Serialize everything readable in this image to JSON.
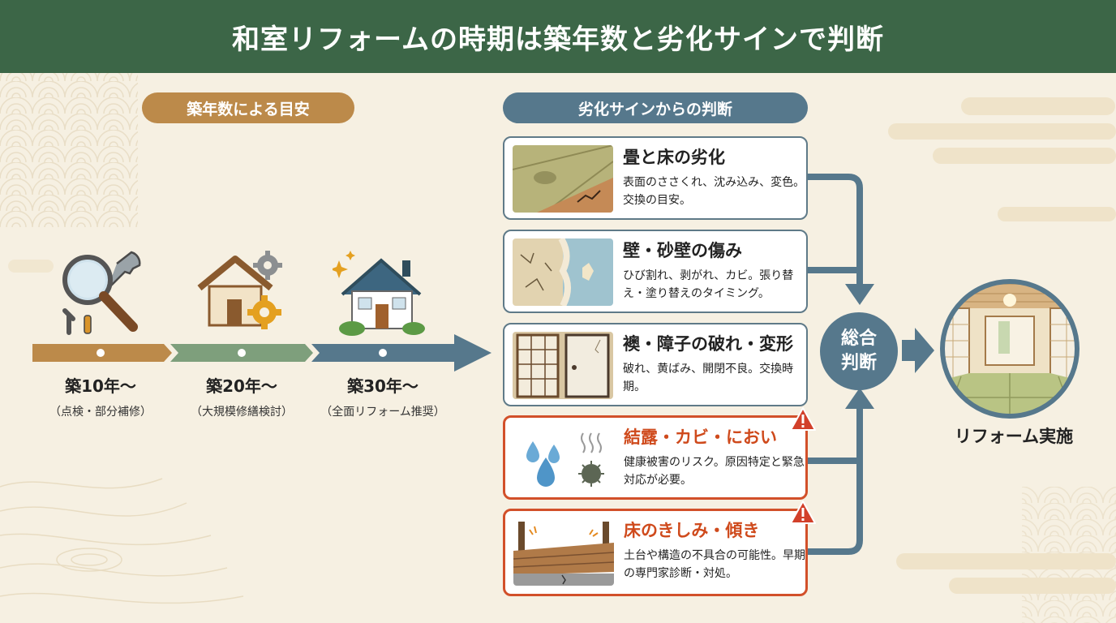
{
  "title": "和室リフォームの時期は築年数と劣化サインで判断",
  "age_section": {
    "heading": "築年数による目安",
    "stages": [
      {
        "title": "築10年〜",
        "sub": "（点検・部分補修）"
      },
      {
        "title": "築20年〜",
        "sub": "（大規模修繕検討）"
      },
      {
        "title": "築30年〜",
        "sub": "（全面リフォーム推奨）"
      }
    ]
  },
  "signs_section": {
    "heading": "劣化サインからの判断",
    "cards": [
      {
        "title": "畳と床の劣化",
        "desc": "表面のささくれ、沈み込み、変色。交換の目安。",
        "warning": false
      },
      {
        "title": "壁・砂壁の傷み",
        "desc": "ひび割れ、剥がれ、カビ。張り替え・塗り替えのタイミング。",
        "warning": false
      },
      {
        "title": "襖・障子の破れ・変形",
        "desc": "破れ、黄ばみ、開閉不良。交換時期。",
        "warning": false
      },
      {
        "title": "結露・カビ・におい",
        "desc": "健康被害のリスク。原因特定と緊急対応が必要。",
        "warning": true
      },
      {
        "title": "床のきしみ・傾き",
        "desc": "土台や構造の不具合の可能性。早期の専門家診断・対処。",
        "warning": true
      }
    ]
  },
  "judgement": {
    "line1": "総合",
    "line2": "判断"
  },
  "result": {
    "label": "リフォーム実施"
  },
  "colors": {
    "header": "#3c6647",
    "age_pill": "#bc8a4a",
    "signs_pill": "#56788c",
    "warning": "#d2502a",
    "arrow": "#56788c"
  },
  "icons": [
    "magnifier-wrench-icon",
    "house-gears-icon",
    "house-sparkle-icon",
    "warning-icon"
  ]
}
